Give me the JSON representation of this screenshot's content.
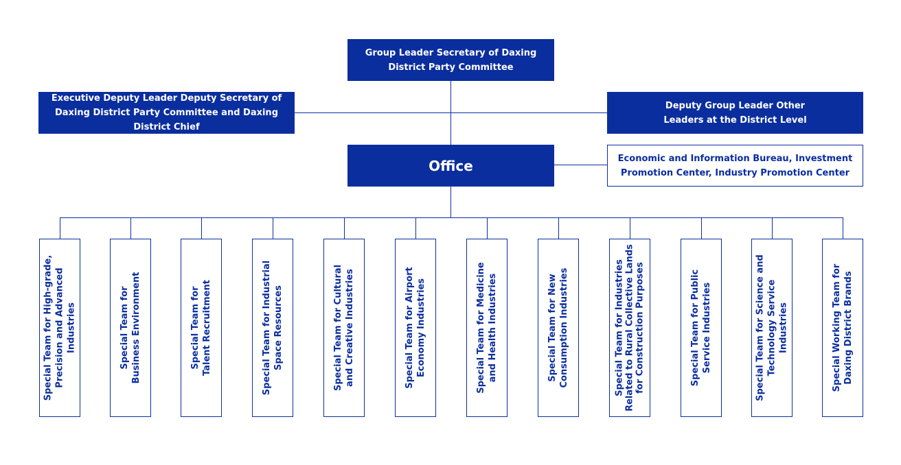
{
  "colors": {
    "primary": "#0b2e9e",
    "background": "#ffffff"
  },
  "group_leader": {
    "label": "Group Leader Secretary of Daxing District Party Committee"
  },
  "executive_deputy_leader": {
    "label": "Executive Deputy Leader Deputy Secretary of Daxing District Party Committee and Daxing District Chief"
  },
  "deputy_group_leader": {
    "label": "Deputy Group Leader Other Leaders at the District Level"
  },
  "office": {
    "label": "Office"
  },
  "office_support": {
    "label": "Economic and Information Bureau, Investment Promotion Center, Industry Promotion Center"
  },
  "special_teams": [
    {
      "label": "Special Team for High-grade, Precision and Advanced Industries"
    },
    {
      "label": "Special Team for Business Environment"
    },
    {
      "label": "Special Team for Talent Recruitment"
    },
    {
      "label": "Special Team for Industrial Space Resources"
    },
    {
      "label": "Special Team for Cultural and Creative Industries"
    },
    {
      "label": "Special Team for Airport Economy Industries"
    },
    {
      "label": "Special Team for Medicine and Health Industries"
    },
    {
      "label": "Special Team for New Consumption Industries"
    },
    {
      "label": "Special Team for Industries Related to Rural Collective Lands for Construction Purposes"
    },
    {
      "label": "Special Team for Public Service Industries"
    },
    {
      "label": "Special Team for Science and Technology Service Industries"
    },
    {
      "label": "Special Working Team for Daxing District Brands"
    }
  ]
}
